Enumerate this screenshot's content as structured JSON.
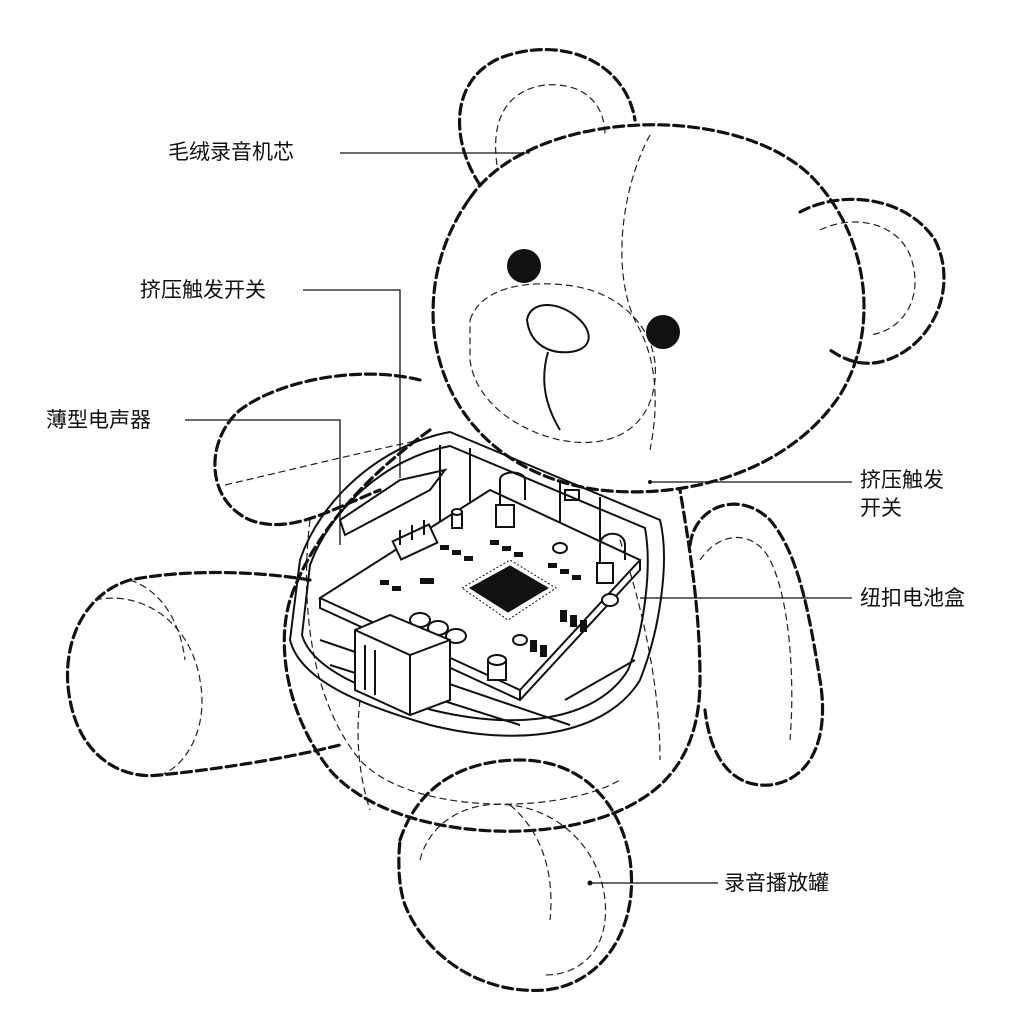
{
  "callouts": {
    "plush_core": "毛绒录音机芯",
    "squeeze_switch_left": "挤压触发开关",
    "thin_speaker": "薄型电声器",
    "squeeze_switch_right_line1": "挤压触发",
    "squeeze_switch_right_line2": "开关",
    "coin_battery_box": "纽扣电池盒",
    "record_play_can": "录音播放罐"
  },
  "colors": {
    "ink": "#111111",
    "background": "#ffffff"
  }
}
